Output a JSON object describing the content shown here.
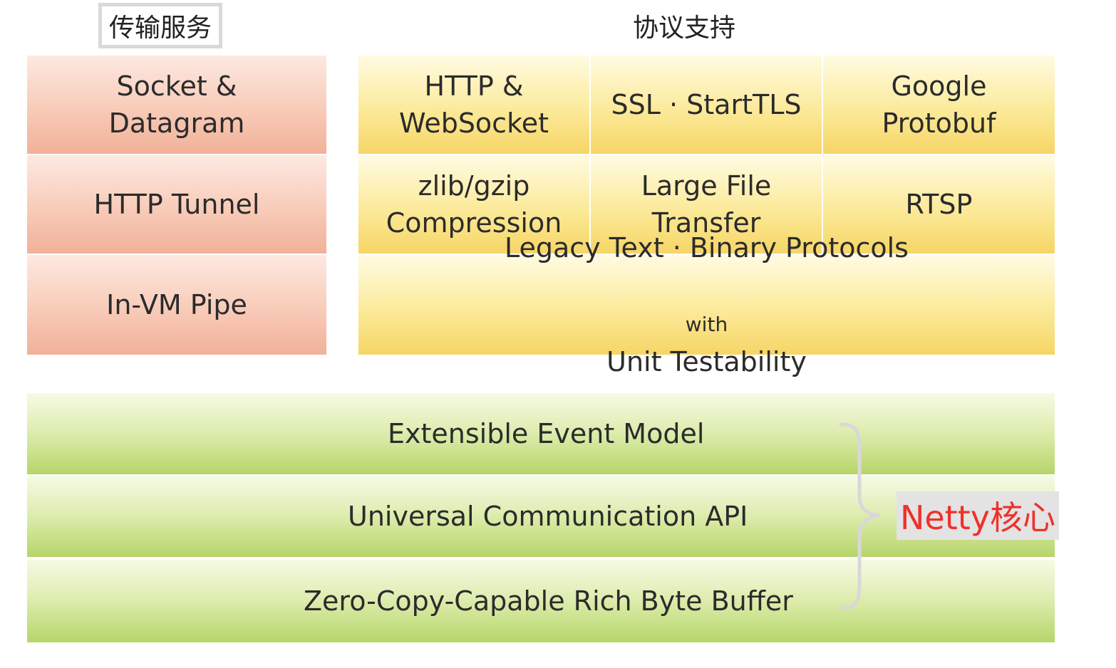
{
  "headers": {
    "transport": "传输服务",
    "protocol": "协议支持"
  },
  "transport": [
    "Socket &\nDatagram",
    "HTTP Tunnel",
    "In-VM Pipe"
  ],
  "protocol": {
    "row1": [
      "HTTP &\nWebSocket",
      "SSL · StartTLS",
      "Google\nProtobuf"
    ],
    "row2": [
      "zlib/gzip\nCompression",
      "Large File\nTransfer",
      "RTSP"
    ],
    "legacy_line1": "Legacy Text · Binary Protocols",
    "legacy_with": "with",
    "legacy_line2": "Unit Testability"
  },
  "core": [
    "Extensible Event Model",
    "Universal Communication API",
    "Zero-Copy-Capable Rich Byte Buffer"
  ],
  "core_label": "Netty核心",
  "colors": {
    "transport": "#f6c0aa",
    "protocol": "#fbe48a",
    "core": "#c8e08a",
    "core_label": "#f0302a"
  }
}
